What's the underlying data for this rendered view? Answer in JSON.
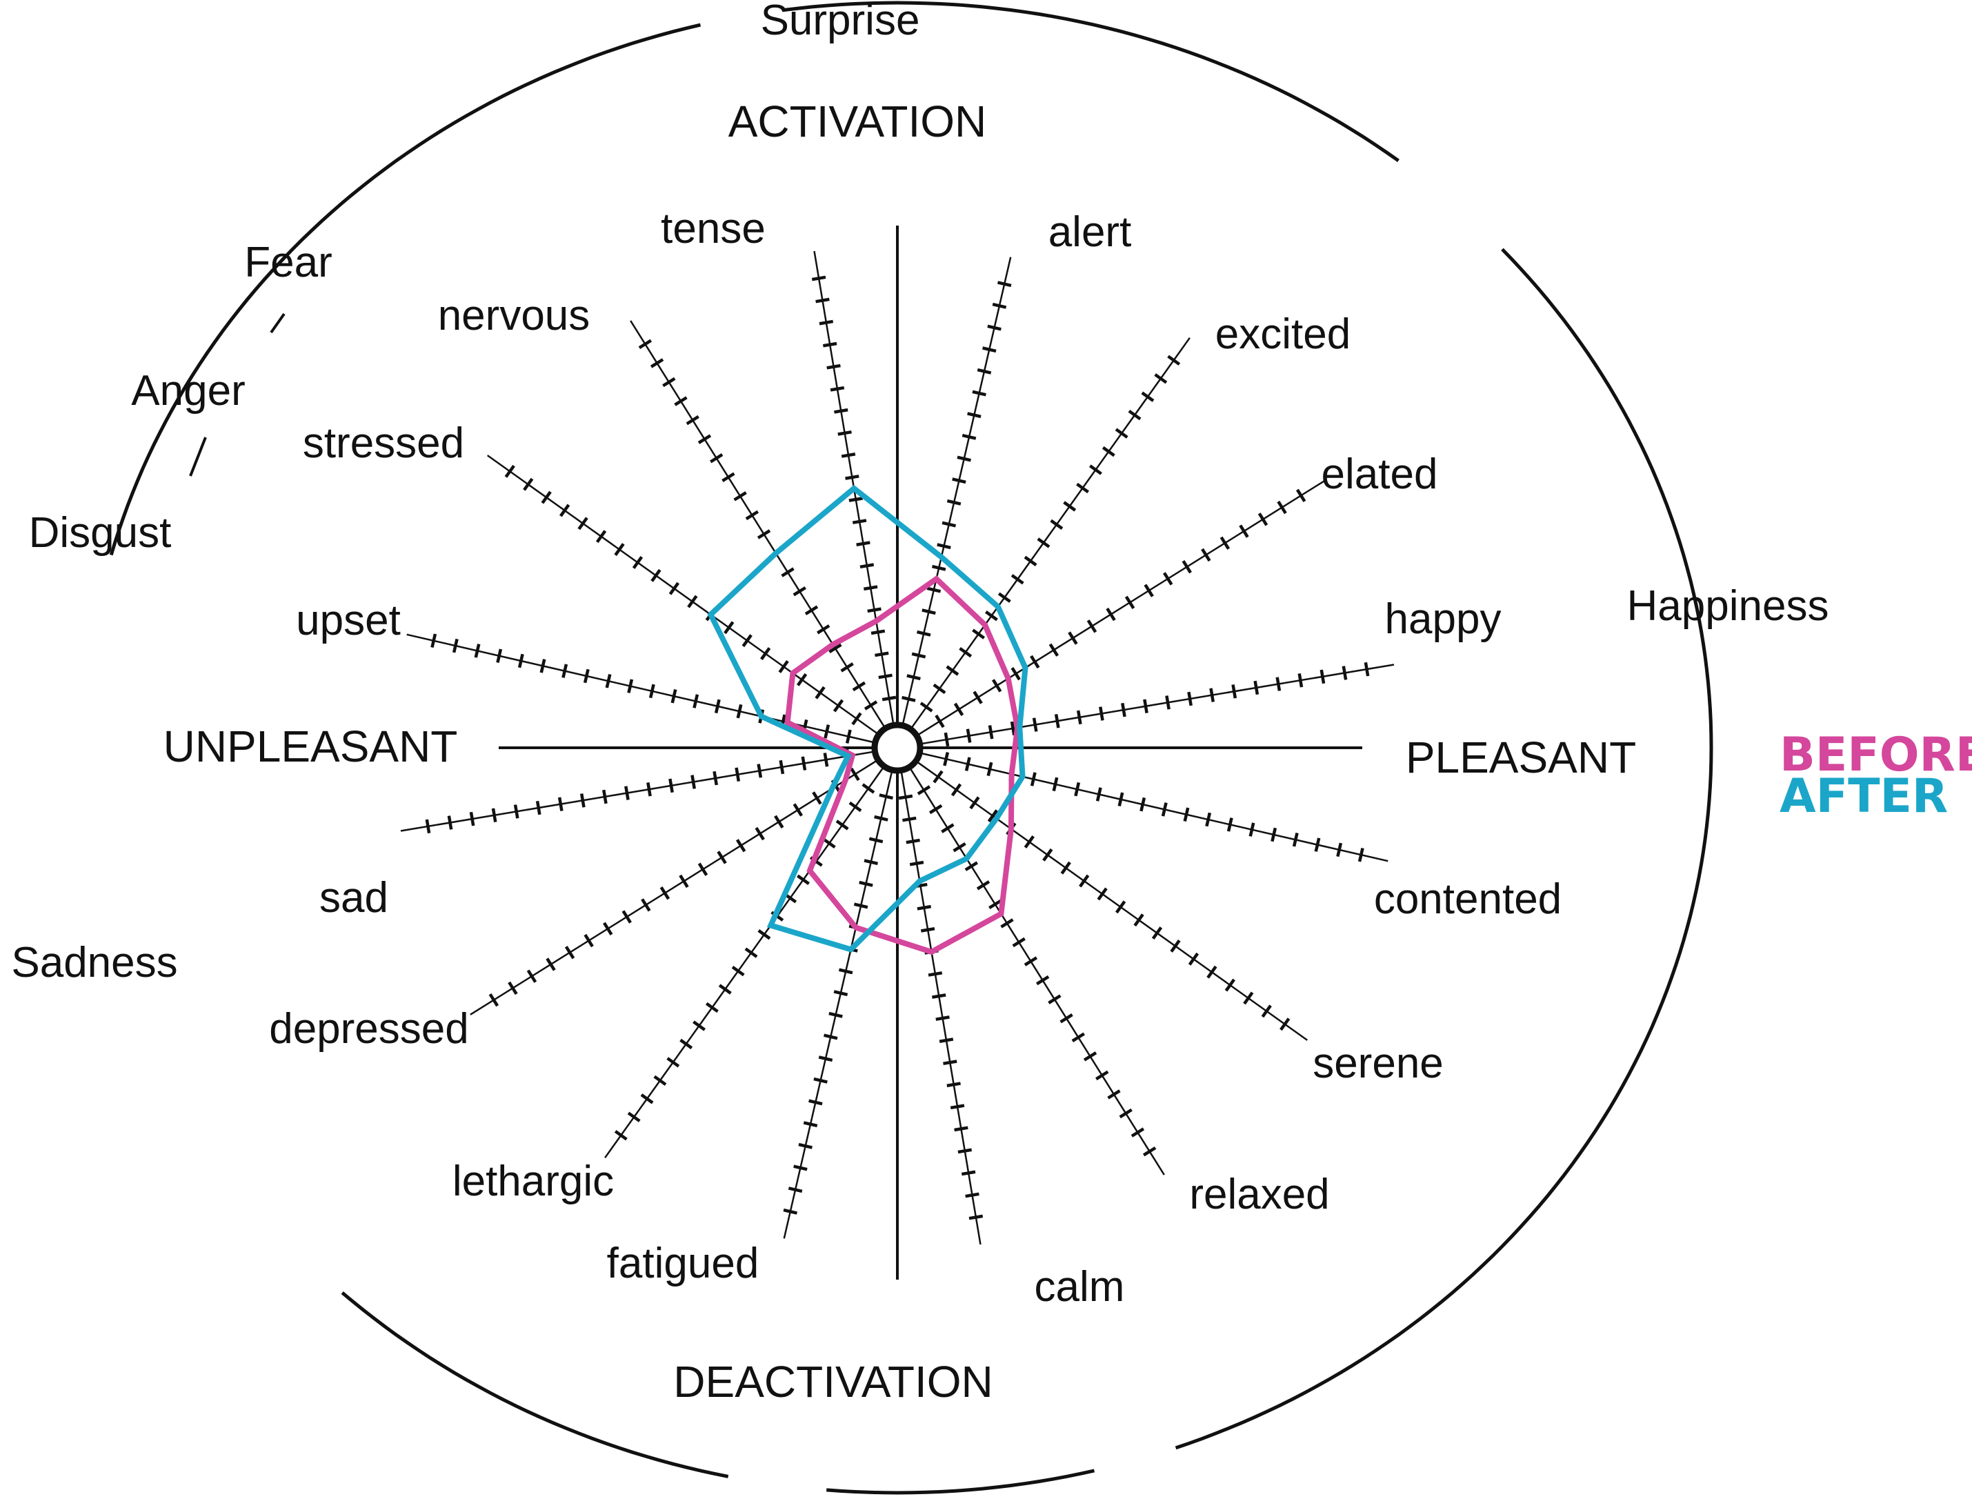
{
  "chart_data": {
    "type": "radar",
    "title": "",
    "axes": {
      "top": "ACTIVATION",
      "bottom": "DEACTIVATION",
      "left": "UNPLEASANT",
      "right": "PLEASANT"
    },
    "emotions": [
      "Surprise",
      "Fear",
      "Anger",
      "Disgust",
      "Happiness",
      "Sadness"
    ],
    "categories": [
      "alert",
      "excited",
      "elated",
      "happy",
      "contented",
      "serene",
      "relaxed",
      "calm",
      "fatigued",
      "lethargic",
      "depressed",
      "sad",
      "upset",
      "stressed",
      "nervous",
      "tense"
    ],
    "scale": {
      "min": 0,
      "max": 20,
      "ticks": 20
    },
    "series": [
      {
        "name": "BEFORE",
        "color": "#d4479c",
        "values": [
          6.5,
          5.5,
          4.6,
          4.2,
          4.0,
          5.0,
          7.5,
          8.0,
          7.0,
          5.5,
          1.5,
          0.8,
          3.8,
          4.5,
          4.2,
          4.5
        ]
      },
      {
        "name": "AFTER",
        "color": "#1ba6c9",
        "values": [
          7.5,
          6.5,
          5.5,
          4.3,
          4.5,
          4.2,
          4.6,
          4.8,
          8.0,
          8.5,
          2.2,
          1.0,
          5.0,
          9.0,
          9.0,
          10.5
        ]
      }
    ]
  }
}
